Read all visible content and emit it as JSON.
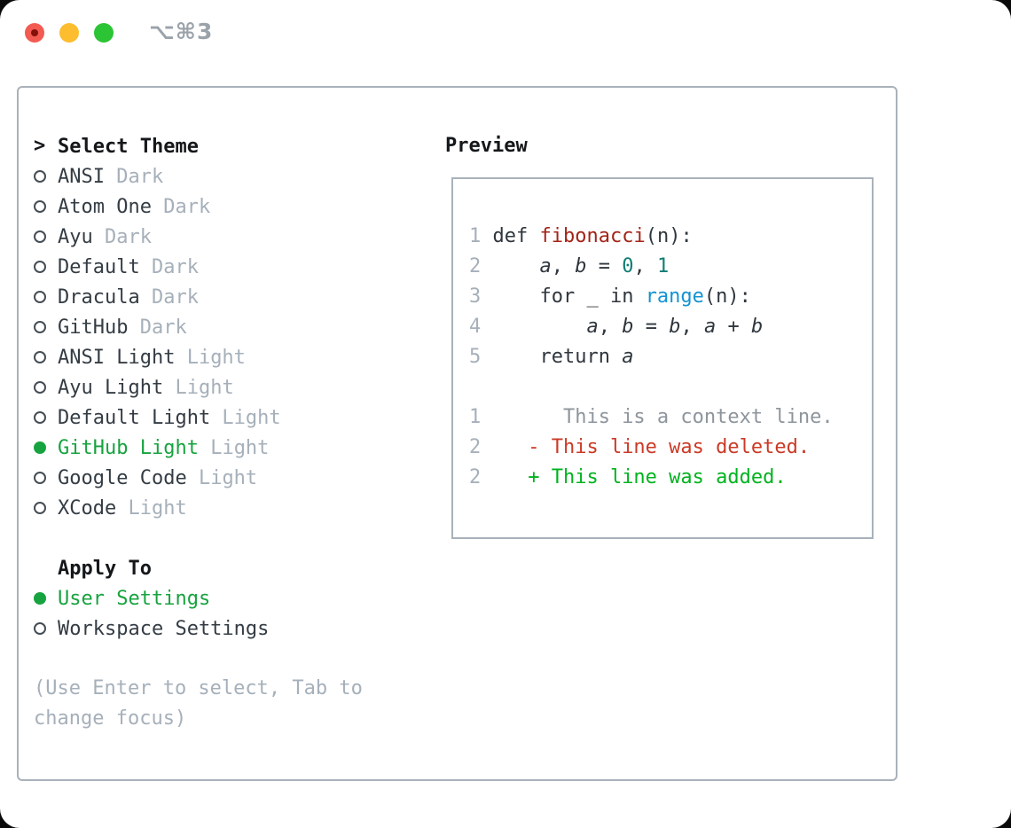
{
  "window": {
    "shortcut": "⌥⌘3",
    "traffic_lights": [
      "close",
      "minimize",
      "zoom"
    ]
  },
  "theme_picker": {
    "prompt": ">",
    "title": "Select Theme",
    "items": [
      {
        "name": "ANSI",
        "variant": "Dark",
        "selected": false
      },
      {
        "name": "Atom One",
        "variant": "Dark",
        "selected": false
      },
      {
        "name": "Ayu",
        "variant": "Dark",
        "selected": false
      },
      {
        "name": "Default",
        "variant": "Dark",
        "selected": false
      },
      {
        "name": "Dracula",
        "variant": "Dark",
        "selected": false
      },
      {
        "name": "GitHub",
        "variant": "Dark",
        "selected": false
      },
      {
        "name": "ANSI Light",
        "variant": "Light",
        "selected": false
      },
      {
        "name": "Ayu Light",
        "variant": "Light",
        "selected": false
      },
      {
        "name": "Default Light",
        "variant": "Light",
        "selected": false
      },
      {
        "name": "GitHub Light",
        "variant": "Light",
        "selected": true
      },
      {
        "name": "Google Code",
        "variant": "Light",
        "selected": false
      },
      {
        "name": "XCode",
        "variant": "Light",
        "selected": false
      }
    ]
  },
  "apply_to": {
    "title": "Apply To",
    "options": [
      {
        "label": "User Settings",
        "selected": true
      },
      {
        "label": "Workspace Settings",
        "selected": false
      }
    ]
  },
  "hint": "(Use Enter to select, Tab to\nchange focus)",
  "preview": {
    "title": "Preview",
    "lines": [
      {
        "num": "1",
        "segs": [
          {
            "t": " def ",
            "c": "fg"
          },
          {
            "t": "fibonacci",
            "c": "func"
          },
          {
            "t": "(n):",
            "c": "fg"
          }
        ]
      },
      {
        "num": "2",
        "segs": [
          {
            "t": "     ",
            "c": "fg"
          },
          {
            "t": "a",
            "c": "fg",
            "i": true
          },
          {
            "t": ", ",
            "c": "fg"
          },
          {
            "t": "b",
            "c": "fg",
            "i": true
          },
          {
            "t": " = ",
            "c": "fg"
          },
          {
            "t": "0",
            "c": "num"
          },
          {
            "t": ", ",
            "c": "fg"
          },
          {
            "t": "1",
            "c": "num"
          }
        ]
      },
      {
        "num": "3",
        "segs": [
          {
            "t": "     for _ in ",
            "c": "fg"
          },
          {
            "t": "range",
            "c": "builtin"
          },
          {
            "t": "(n):",
            "c": "fg"
          }
        ]
      },
      {
        "num": "4",
        "segs": [
          {
            "t": "         ",
            "c": "fg"
          },
          {
            "t": "a",
            "c": "fg",
            "i": true
          },
          {
            "t": ", ",
            "c": "fg"
          },
          {
            "t": "b",
            "c": "fg",
            "i": true
          },
          {
            "t": " = ",
            "c": "fg"
          },
          {
            "t": "b",
            "c": "fg",
            "i": true
          },
          {
            "t": ", ",
            "c": "fg"
          },
          {
            "t": "a",
            "c": "fg",
            "i": true
          },
          {
            "t": " + ",
            "c": "fg"
          },
          {
            "t": "b",
            "c": "fg",
            "i": true
          }
        ]
      },
      {
        "num": "5",
        "segs": [
          {
            "t": "     return ",
            "c": "fg"
          },
          {
            "t": "a",
            "c": "fg",
            "i": true
          }
        ]
      },
      {
        "num": "",
        "segs": []
      },
      {
        "num": "1",
        "segs": [
          {
            "t": "       This is a context line.",
            "c": "context"
          }
        ]
      },
      {
        "num": "2",
        "segs": [
          {
            "t": "    - This line was deleted.",
            "c": "deleted"
          }
        ]
      },
      {
        "num": "2",
        "segs": [
          {
            "t": "    + This line was added.",
            "c": "added"
          }
        ]
      }
    ]
  },
  "colors": {
    "fg": "#2f363d",
    "heading": "#15181b",
    "func": "#a32417",
    "num": "#0e7e73",
    "builtin": "#1492d2",
    "context": "#8d959c",
    "deleted": "#cb3a26",
    "added": "#00b31e",
    "line_number": "#a6b0ba",
    "muted": "#a6b0ba",
    "selected_green": "#17a33f",
    "border": "#a9b2ba",
    "traffic_red": "#f25a52",
    "traffic_yellow": "#fcbd2f",
    "traffic_green": "#2bc434"
  }
}
